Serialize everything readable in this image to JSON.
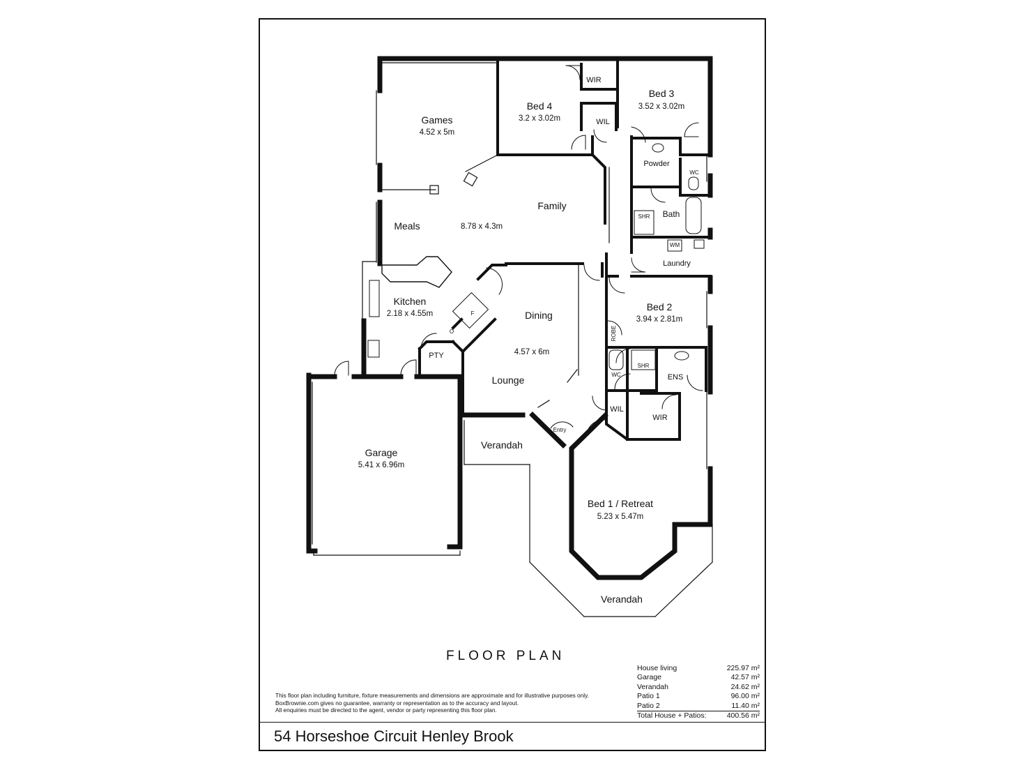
{
  "plan": {
    "rooms": [
      {
        "key": "games",
        "name": "Games",
        "dims": "4.52 x 5m"
      },
      {
        "key": "bed4",
        "name": "Bed 4",
        "dims": "3.2 x 3.02m"
      },
      {
        "key": "bed3",
        "name": "Bed 3",
        "dims": "3.52 x 3.02m"
      },
      {
        "key": "family",
        "name": "Family",
        "dims": ""
      },
      {
        "key": "meals",
        "name": "Meals",
        "dims": "8.78 x 4.3m"
      },
      {
        "key": "kitchen",
        "name": "Kitchen",
        "dims": "2.18 x 4.55m"
      },
      {
        "key": "dining",
        "name": "Dining",
        "dims": "4.57 x 6m"
      },
      {
        "key": "lounge",
        "name": "Lounge",
        "dims": ""
      },
      {
        "key": "bed2",
        "name": "Bed 2",
        "dims": "3.94 x 2.81m"
      },
      {
        "key": "garage",
        "name": "Garage",
        "dims": "5.41 x 6.96m"
      },
      {
        "key": "bed1",
        "name": "Bed 1 / Retreat",
        "dims": "5.23 x 5.47m"
      }
    ],
    "labels": {
      "wir_top": "WIR",
      "wil_top": "WIL",
      "powder": "Powder",
      "wc_top": "WC",
      "bath": "Bath",
      "shr_bath": "SHR",
      "wm": "WM",
      "laundry": "Laundry",
      "robe": "ROBE",
      "shr_ens": "SHR",
      "wc_ens": "WC",
      "ens": "ENS",
      "wil_bottom": "WIL",
      "wir_bottom": "WIR",
      "pty": "PTY",
      "fridge": "F",
      "oven": "O",
      "entry": "Entry",
      "verandah_front": "Verandah",
      "verandah_bed1": "Verandah"
    }
  },
  "title": "FLOOR PLAN",
  "disclaimer": [
    "This floor plan including furniture, fixture measurements and dimensions are approximate and for illustrative purposes only.",
    "BoxBrownie.com gives no guarantee, warranty or representation as to the accuracy and layout.",
    "All enquiries must be directed to the agent, vendor or party representing this floor plan."
  ],
  "areas": [
    {
      "label": "House living",
      "value": "225.97 m²"
    },
    {
      "label": "Garage",
      "value": "42.57 m²"
    },
    {
      "label": "Verandah",
      "value": "24.62 m²"
    },
    {
      "label": "Patio 1",
      "value": "96.00 m²"
    },
    {
      "label": "Patio 2",
      "value": "11.40 m²"
    },
    {
      "label": "Total House + Patios:",
      "value": "400.56 m²"
    }
  ],
  "address": "54 Horseshoe Circuit Henley Brook"
}
